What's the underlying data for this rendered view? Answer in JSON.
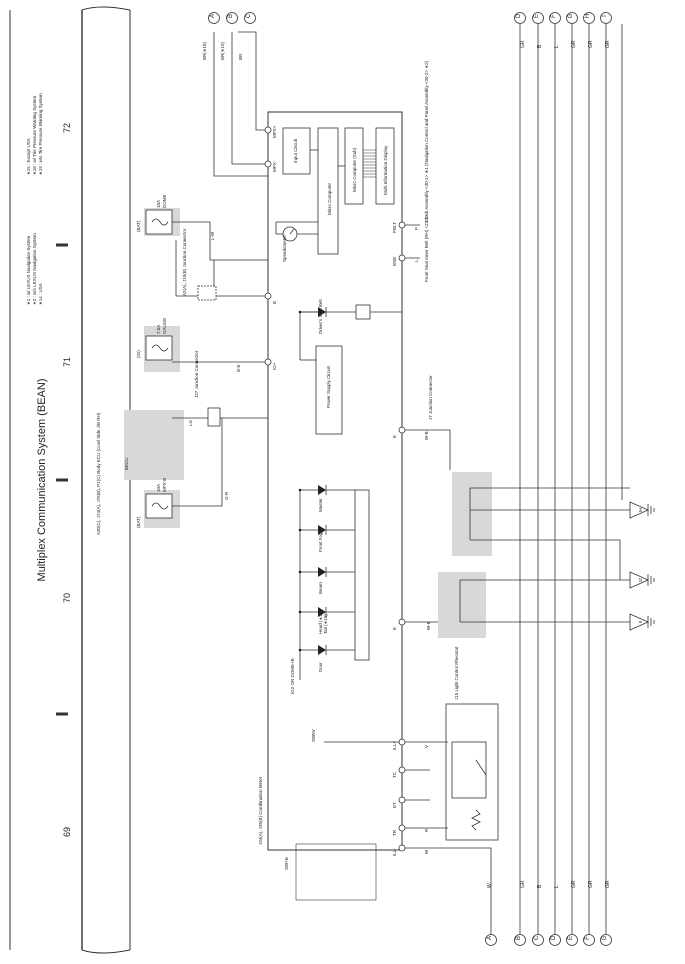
{
  "header": {
    "title": "Multiplex Communication System (BEAN)",
    "page_numbers": [
      "69",
      "70",
      "71",
      "72"
    ],
    "notes_left": [
      "∗1 : w/ LEXUS Navigation System",
      "∗2 : w/o LEXUS Navigation System",
      "∗14 : USA"
    ],
    "notes_right": [
      "∗15 : Except USA",
      "∗18 : w/ Tire Pressure Warning System",
      "∗19 : w/o Tire Pressure Warning System"
    ]
  },
  "connectors_top": [
    "A",
    "B",
    "C",
    "D",
    "E",
    "F",
    "G",
    "H",
    "I"
  ],
  "connectors_bottom": [
    "A",
    "B",
    "C",
    "D",
    "E",
    "F",
    "G"
  ],
  "wire_colors_top": [
    "GR",
    "B",
    "L",
    "GR",
    "GR",
    "GR"
  ],
  "wire_colors_bottom": [
    "W",
    "GR",
    "B",
    "L",
    "GR",
    "GR",
    "GR"
  ],
  "fuses": [
    {
      "amp": "10A",
      "name": "DOME",
      "source": "(BAT)"
    },
    {
      "amp": "7.5A",
      "name": "GAUGE",
      "source": "(IG)"
    },
    {
      "amp": "10A",
      "name": "MPX-B",
      "source": "(BAT)"
    }
  ],
  "labels": {
    "body_ecu": "A30(C), J74(A), J75(B), P1(C)\nBody ECU (Cowl Side J/B RH)",
    "becu": "BECU",
    "combination_meter": "J34(A), J35(B)\nCombination Meter",
    "junction_a2": "A2(A), J10(B)\nJunction\nConnector",
    "junction_j27": "J27\nJunction\nConnector",
    "junction_j7": "J7\nJunction\nConnector",
    "light_control": "J15\nLight Control\nRheostat",
    "input_circuit": "Input\nCircuit",
    "micro_computer": "Micro Computer",
    "micro_computer_sub": "Micro Computer\n(Sub)",
    "multi_info": "Multi Information\nDisplay",
    "power_supply": "Power Supply\nCircuit",
    "speedometer": "Speedometer",
    "ig2_dome": "IG2 OR DOME+B",
    "clock": "Clock Assembly\n<30-1> ∗1\n(Navigation Control\nand Panel Assembly\n<30-2> ∗2)",
    "front_seat": "Front Seat\nInner Belt (RH)\n<23-2>",
    "swb": "SW+B"
  },
  "pins": [
    "MPX+",
    "MPX-",
    "PBLT",
    "BSB",
    "B",
    "IG+",
    "E",
    "E",
    "ILL+",
    "TC",
    "ET",
    "TR",
    "ILL-"
  ],
  "leds": [
    "Driver's Seat Belt",
    "Master",
    "Front Fog",
    "Beam",
    "Head (∗14)\nTail (∗15)",
    "Door"
  ],
  "wires": [
    "BR(∗18)",
    "BR(∗19)",
    "BR",
    "L-W",
    "B-E",
    "LG",
    "G-R",
    "W-B",
    "W-B",
    "W-B",
    "W-B",
    "W-B",
    "W-B",
    "P",
    "L",
    "V",
    "R",
    "W"
  ],
  "grounds": [
    "IH",
    "IZ",
    "II"
  ]
}
